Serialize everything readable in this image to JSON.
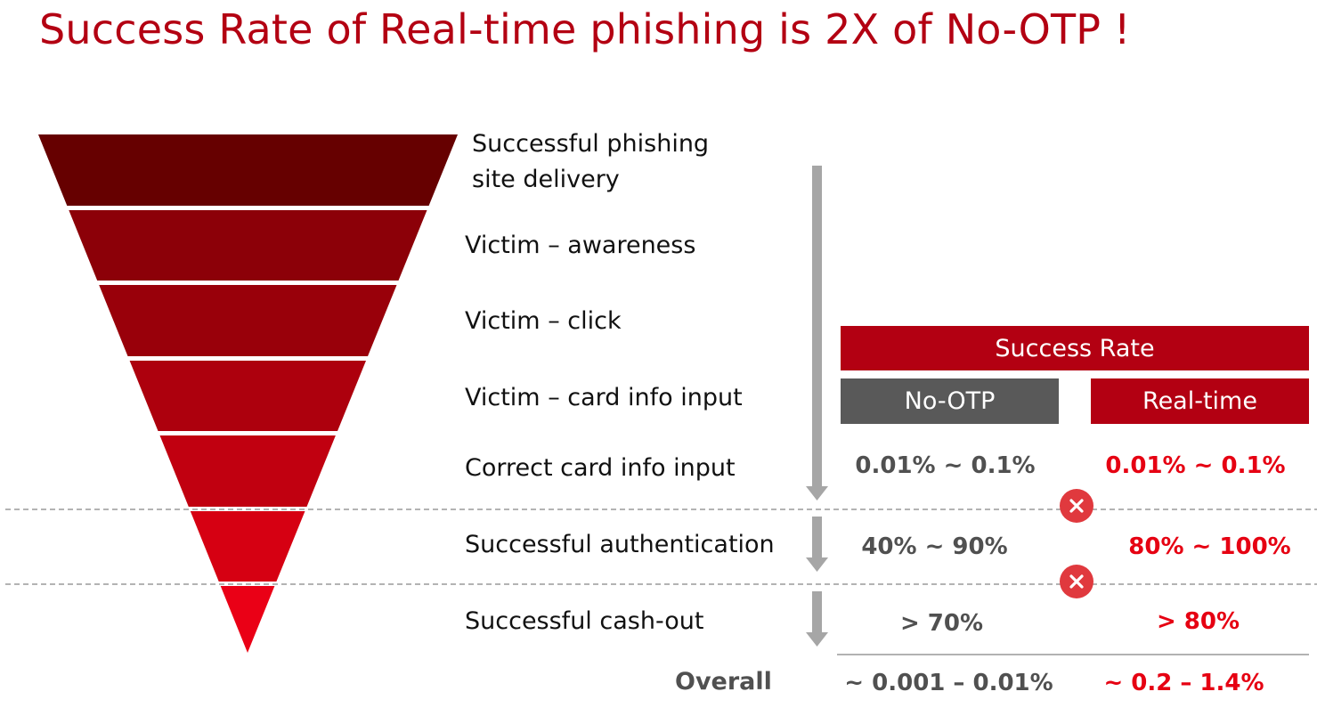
{
  "title": "Success Rate of Real-time phishing is 2X of No-OTP !",
  "colors": {
    "title": "#b30012",
    "header_success_rate": "#b30012",
    "header_no_otp": "#595959",
    "header_real_time": "#b30012",
    "value_no_otp": "#505050",
    "value_real_time": "#e60012",
    "badge": "#e0393e",
    "arrow": "#a6a6a6"
  },
  "funnel": {
    "stages": [
      {
        "label": "Successful phishing\nsite delivery",
        "color": "#660000"
      },
      {
        "label": "Victim – awareness",
        "color": "#8c0008"
      },
      {
        "label": "Victim – click",
        "color": "#99000a"
      },
      {
        "label": "Victim – card info input",
        "color": "#ad000d"
      },
      {
        "label": "Correct card info input",
        "color": "#c10010"
      },
      {
        "label": "Successful authentication",
        "color": "#d60012"
      },
      {
        "label": "Successful cash-out",
        "color": "#ea0016"
      }
    ]
  },
  "table": {
    "header": "Success Rate",
    "col_no_otp": "No-OTP",
    "col_real_time": "Real-time",
    "rows": [
      {
        "stage": "Correct card info input",
        "no_otp": "0.01% ~ 0.1%",
        "real_time": "0.01% ~ 0.1%"
      },
      {
        "stage": "Successful authentication",
        "no_otp": "40% ~ 90%",
        "real_time": "80% ~ 100%"
      },
      {
        "stage": "Successful cash-out",
        "no_otp": "> 70%",
        "real_time": "> 80%"
      }
    ],
    "overall_label": "Overall",
    "overall_no_otp": "~ 0.001 – 0.01%",
    "overall_real_time": "~ 0.2 – 1.4%"
  },
  "icons": {
    "flow_arrow": "down-arrow-icon",
    "multiply_badge": "multiply-icon"
  }
}
